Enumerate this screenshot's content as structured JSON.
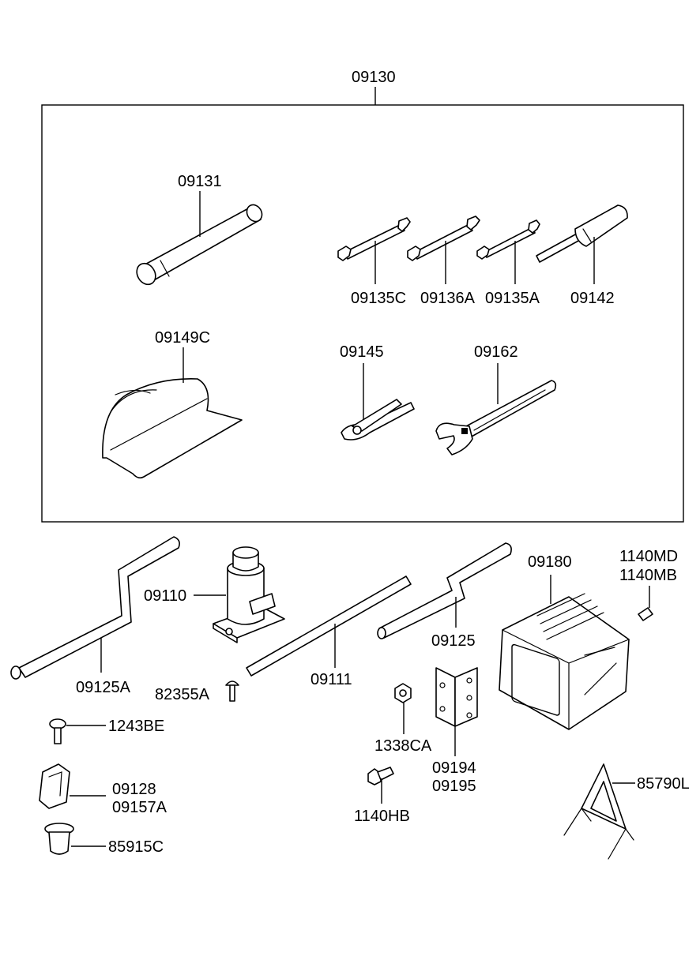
{
  "labels": {
    "kit": "09130",
    "wrench_socket": "09131",
    "spanner_c": "09135C",
    "spanner_136a": "09136A",
    "spanner_a": "09135A",
    "screwdriver": "09142",
    "tool_bag": "09149C",
    "pliers": "09145",
    "adj_wrench": "09162",
    "crank_handle": "09125A",
    "jack": "09110",
    "jack_bolt": "82355A",
    "jack_rod": "09111",
    "jack_handle": "09125",
    "tray": "09180",
    "bolt_md": "1140MD",
    "bolt_mb": "1140MB",
    "screw_1243": "1243BE",
    "nut": "1338CA",
    "bracket_a": "09194",
    "bracket_b": "09195",
    "clip_a": "09128",
    "clip_b": "09157A",
    "bolt_hb": "1140HB",
    "grommet": "85915C",
    "triangle": "85790L"
  }
}
